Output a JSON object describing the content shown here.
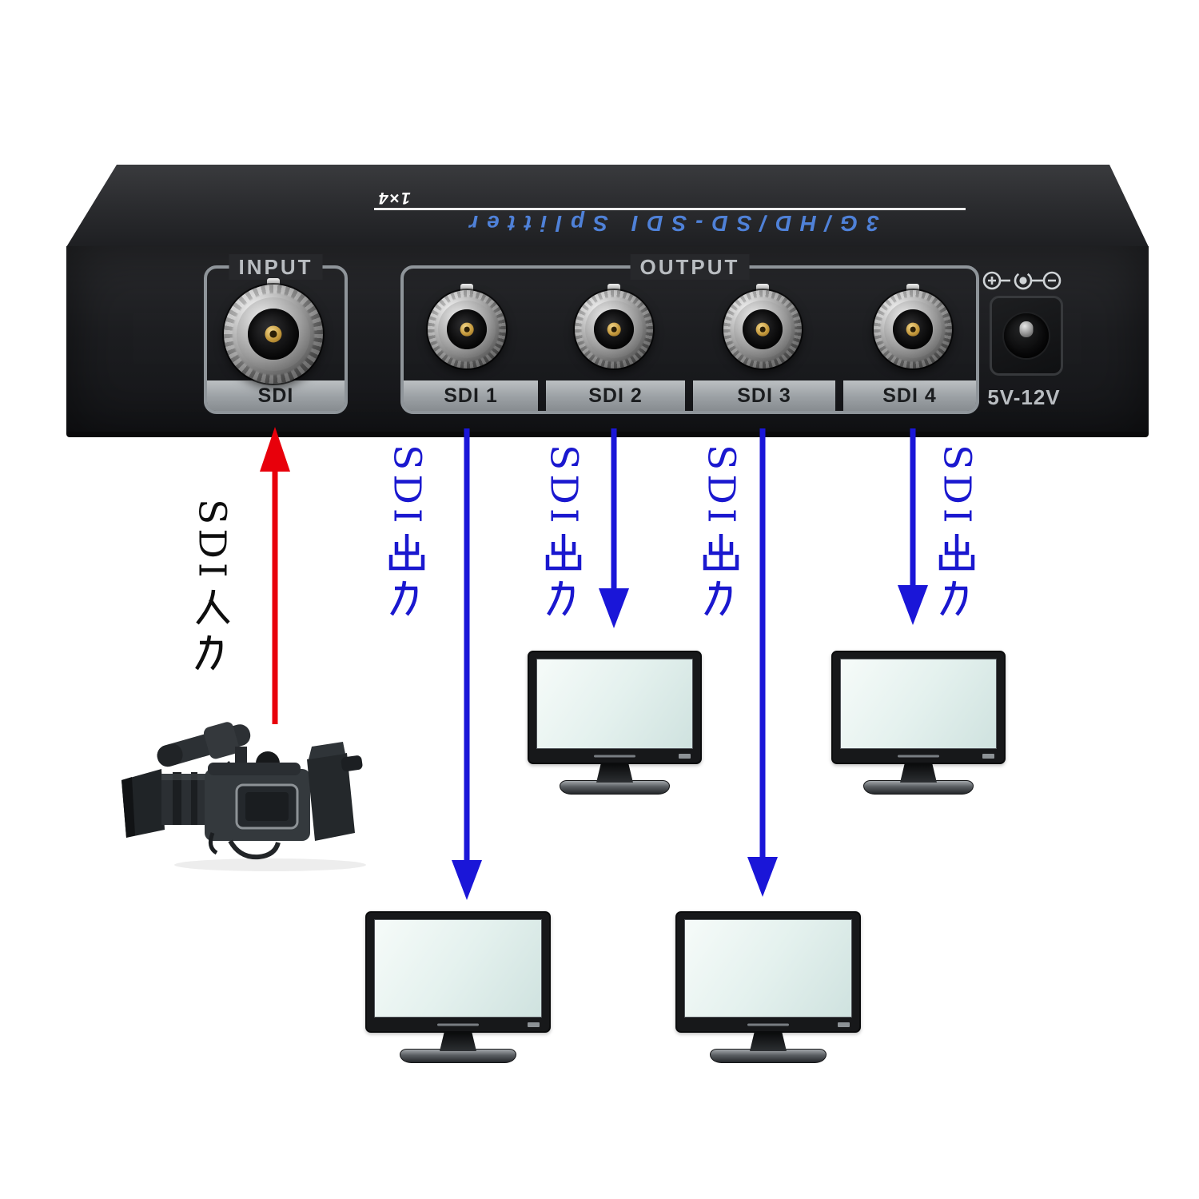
{
  "device": {
    "top": {
      "product_name": "3G/HD/SD-SDI Splitter",
      "io_ratio": "1×4"
    },
    "front_panel": {
      "input_section": {
        "title": "INPUT",
        "port": "SDI"
      },
      "output_section": {
        "title": "OUTPUT",
        "ports": [
          "SDI 1",
          "SDI 2",
          "SDI 3",
          "SDI 4"
        ]
      },
      "power": {
        "label": "5V-12V"
      }
    }
  },
  "flows": {
    "input": {
      "text": "SDI入力",
      "latin": "SDI",
      "kanji": "入力"
    },
    "outputs": [
      {
        "text": "SDI出力",
        "latin": "SDI",
        "kanji": "出力"
      },
      {
        "text": "SDI出力",
        "latin": "SDI",
        "kanji": "出力"
      },
      {
        "text": "SDI出力",
        "latin": "SDI",
        "kanji": "出力"
      },
      {
        "text": "SDI出力",
        "latin": "SDI",
        "kanji": "出力"
      }
    ]
  },
  "colors": {
    "input_arrow": "#e8000b",
    "output_arrow": "#1a16d8",
    "output_label_text": "#1a18cf",
    "input_label_text": "#0e0e0e",
    "brand_blue": "#4f81d8",
    "panel_label_gray": "#b9bdc1"
  }
}
